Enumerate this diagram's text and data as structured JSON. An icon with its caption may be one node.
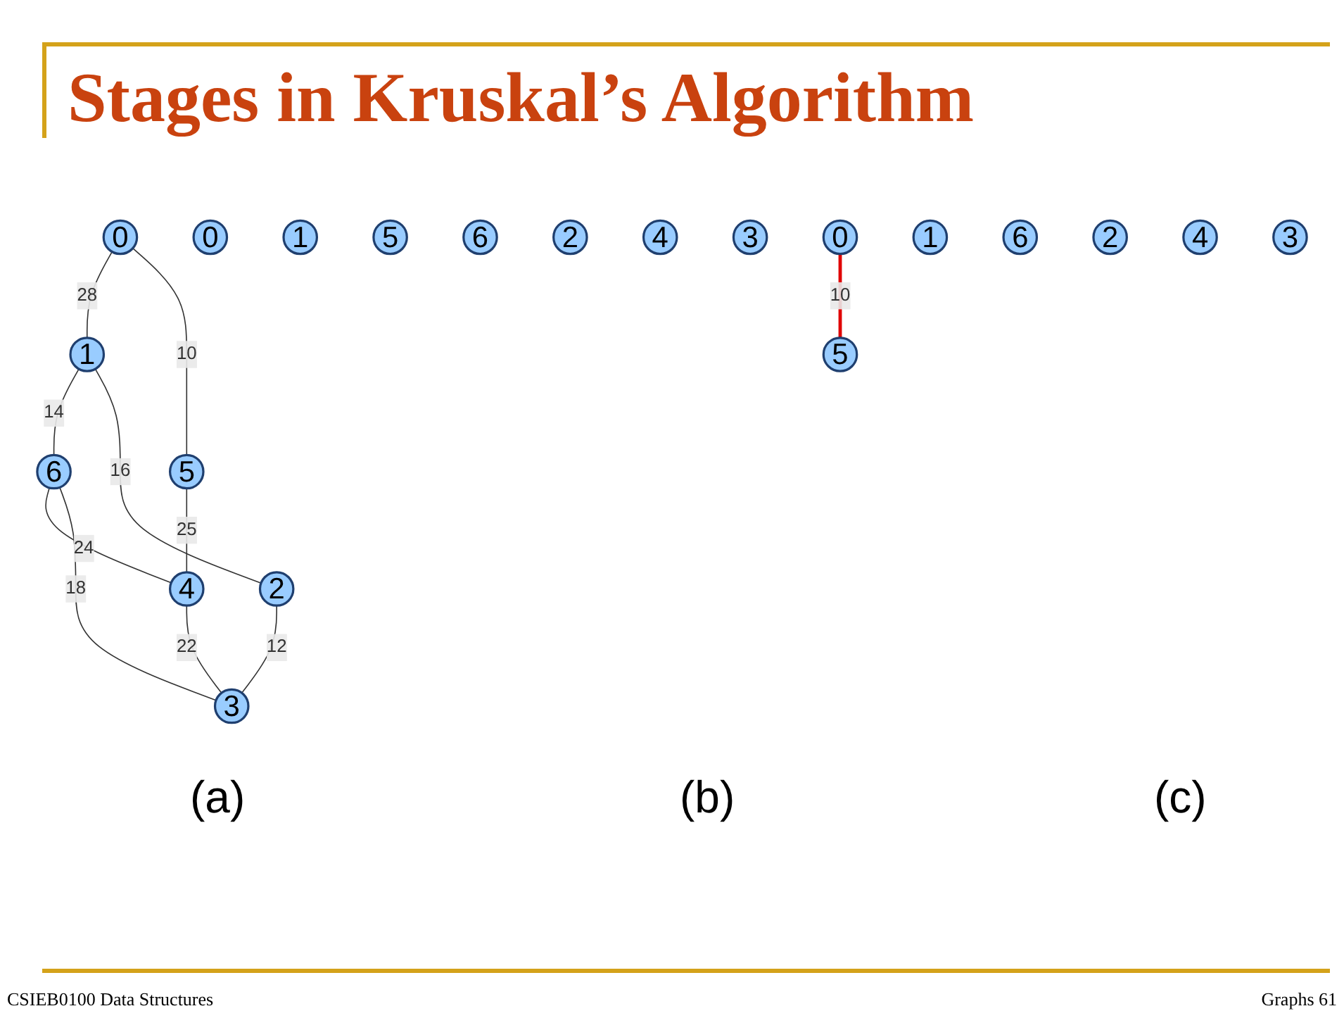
{
  "diagram": {
    "title": "Stages in Kruskal’s Algorithm",
    "nodes": [
      {
        "text": [
          "0"
        ]
      },
      {
        "text": [
          "1"
        ]
      },
      {
        "text": [
          "5"
        ]
      },
      {
        "text": [
          "6"
        ]
      },
      {
        "text": [
          "2"
        ]
      },
      {
        "text": [
          "4"
        ]
      },
      {
        "text": [
          "3"
        ]
      },
      {
        "text": [
          "0"
        ]
      },
      {
        "text": [
          "1"
        ]
      },
      {
        "text": [
          "5"
        ]
      },
      {
        "text": [
          "6"
        ]
      },
      {
        "text": [
          "2"
        ]
      },
      {
        "text": [
          "4"
        ]
      },
      {
        "text": [
          "3"
        ]
      },
      {
        "text": [
          "0"
        ]
      },
      {
        "text": [
          "1"
        ]
      },
      {
        "text": [
          "5"
        ]
      },
      {
        "text": [
          "6"
        ]
      },
      {
        "text": [
          "2"
        ]
      },
      {
        "text": [
          "4"
        ]
      },
      {
        "text": [
          "3"
        ]
      }
    ],
    "edges": [
      {
        "from": 0,
        "to": 1,
        "arrow": "none",
        "label": "28"
      },
      {
        "from": 0,
        "to": 2,
        "arrow": "none",
        "label": "10"
      },
      {
        "from": 1,
        "to": 3,
        "arrow": "none",
        "label": "14"
      },
      {
        "from": 1,
        "to": 4,
        "arrow": "none",
        "label": "16"
      },
      {
        "from": 2,
        "to": 5,
        "arrow": "none",
        "label": "25"
      },
      {
        "from": 3,
        "to": 5,
        "arrow": "none",
        "label": "24"
      },
      {
        "from": 3,
        "to": 6,
        "arrow": "none",
        "label": "18"
      },
      {
        "from": 4,
        "to": 6,
        "arrow": "none",
        "label": "12"
      },
      {
        "from": 5,
        "to": 6,
        "arrow": "none",
        "label": "22"
      },
      {
        "from": 14,
        "to": 16,
        "arrow": "none",
        "label": "10",
        "color": "#e00000",
        "style": "thick"
      }
    ],
    "labels": [
      "(a)",
      "(b)",
      "(c)",
      "CSIEB0100 Data Structures",
      "Graphs 61"
    ]
  }
}
